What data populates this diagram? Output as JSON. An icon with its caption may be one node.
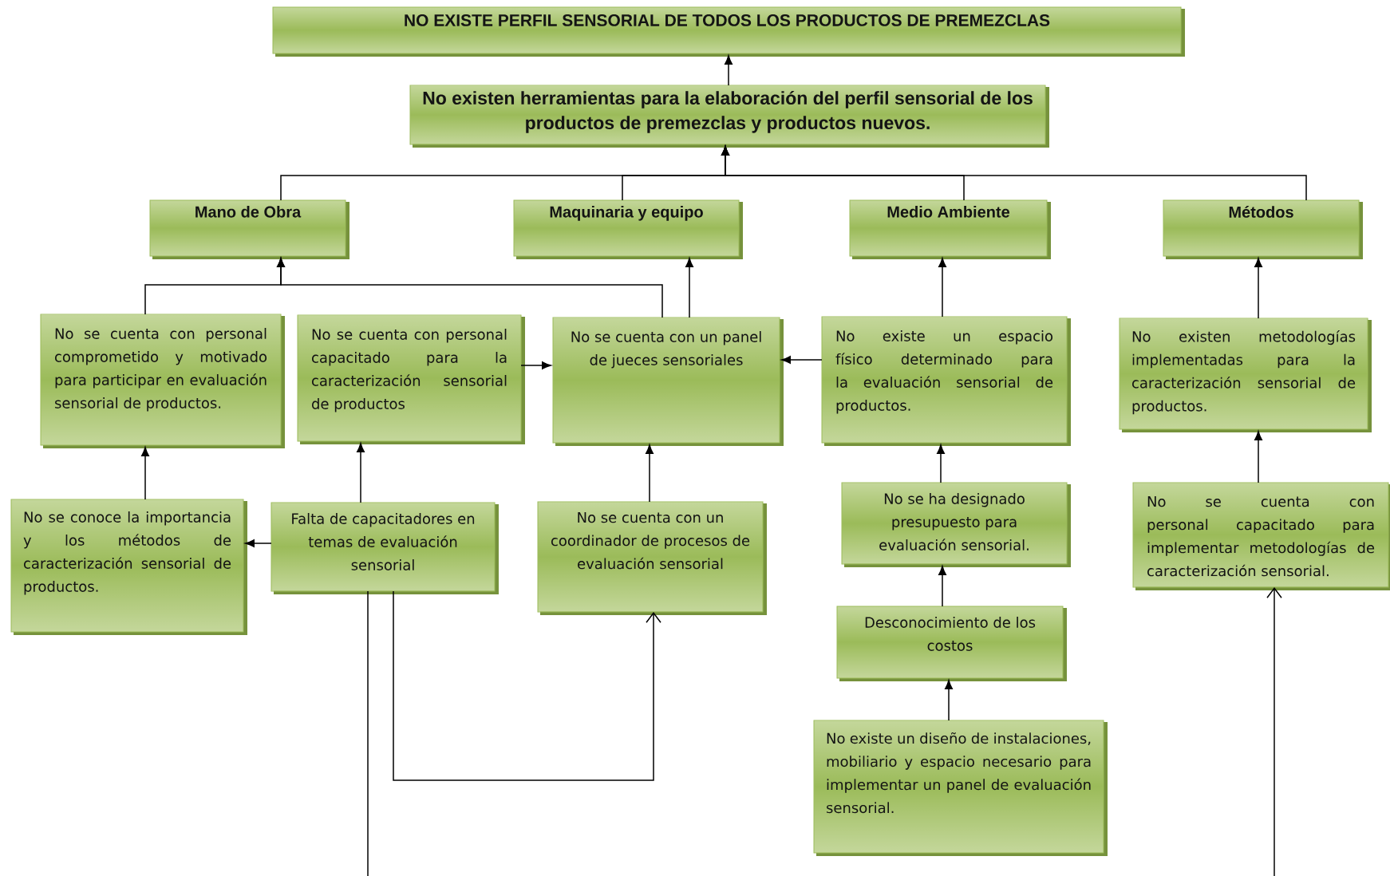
{
  "diagram": {
    "nodes": [
      {
        "text": [
          "NO EXISTE PERFIL SENSORIAL DE TODOS LOS PRODUCTOS DE PREMEZCLAS"
        ]
      },
      {
        "text": [
          "No existen herramientas para la elaboración del perfil sensorial de los productos de premezclas y productos nuevos."
        ]
      },
      {
        "text": [
          "Mano de Obra"
        ]
      },
      {
        "text": [
          "Maquinaria y equipo"
        ]
      },
      {
        "text": [
          "Medio Ambiente"
        ]
      },
      {
        "text": [
          "Métodos"
        ]
      },
      {
        "text": [
          "No se cuenta con personal comprometido y motivado para participar en evaluación sensorial de productos."
        ]
      },
      {
        "text": [
          "No se cuenta con personal capacitado para la caracterización sensorial de productos"
        ]
      },
      {
        "text": [
          "No se cuenta con un panel de jueces sensoriales"
        ]
      },
      {
        "text": [
          "No existe un espacio físico determinado para la evaluación sensorial de productos."
        ]
      },
      {
        "text": [
          "No existen metodologías implementadas para la caracterización sensorial de productos."
        ]
      },
      {
        "text": [
          "No se conoce la importancia y los métodos de caracterización sensorial de productos."
        ]
      },
      {
        "text": [
          "Falta de capacitadores en temas de evaluación sensorial"
        ]
      },
      {
        "text": [
          "No se cuenta con un coordinador de procesos de evaluación sensorial"
        ]
      },
      {
        "text": [
          "No se ha designado presupuesto para evaluación sensorial."
        ]
      },
      {
        "text": [
          "No se cuenta con personal capacitado para implementar metodologías de caracterización sensorial."
        ]
      },
      {
        "text": [
          "Desconocimiento de los costos"
        ]
      },
      {
        "text": [
          "No existe un diseño de instalaciones, mobiliario y espacio necesario para implementar un panel de evaluación sensorial."
        ]
      }
    ],
    "edges": [
      {
        "from": 1,
        "to": 0,
        "arrow": "to"
      },
      {
        "from": 2,
        "to": 1,
        "arrow": "to"
      },
      {
        "from": 3,
        "to": 1,
        "arrow": "to"
      },
      {
        "from": 4,
        "to": 1,
        "arrow": "to"
      },
      {
        "from": 5,
        "to": 1,
        "arrow": "to"
      },
      {
        "from": 6,
        "to": 2,
        "arrow": "to"
      },
      {
        "from": 8,
        "to": 2,
        "arrow": "to"
      },
      {
        "from": 8,
        "to": 3,
        "arrow": "to"
      },
      {
        "from": 7,
        "to": 8,
        "arrow": "to"
      },
      {
        "from": 9,
        "to": 8,
        "arrow": "to"
      },
      {
        "from": 9,
        "to": 4,
        "arrow": "to"
      },
      {
        "from": 10,
        "to": 5,
        "arrow": "to"
      },
      {
        "from": 11,
        "to": 6,
        "arrow": "to"
      },
      {
        "from": 12,
        "to": 11,
        "arrow": "to"
      },
      {
        "from": 12,
        "to": 7,
        "arrow": "to"
      },
      {
        "from": 13,
        "to": 8,
        "arrow": "to"
      },
      {
        "from": 12,
        "to": 13,
        "arrow": "to"
      },
      {
        "from": 12,
        "to": null,
        "arrow": "none"
      },
      {
        "from": 14,
        "to": 9,
        "arrow": "to"
      },
      {
        "from": 16,
        "to": 14,
        "arrow": "to"
      },
      {
        "from": 17,
        "to": 16,
        "arrow": "to"
      },
      {
        "from": 15,
        "to": 10,
        "arrow": "to"
      },
      {
        "from": null,
        "to": 15,
        "arrow": "to"
      }
    ]
  }
}
